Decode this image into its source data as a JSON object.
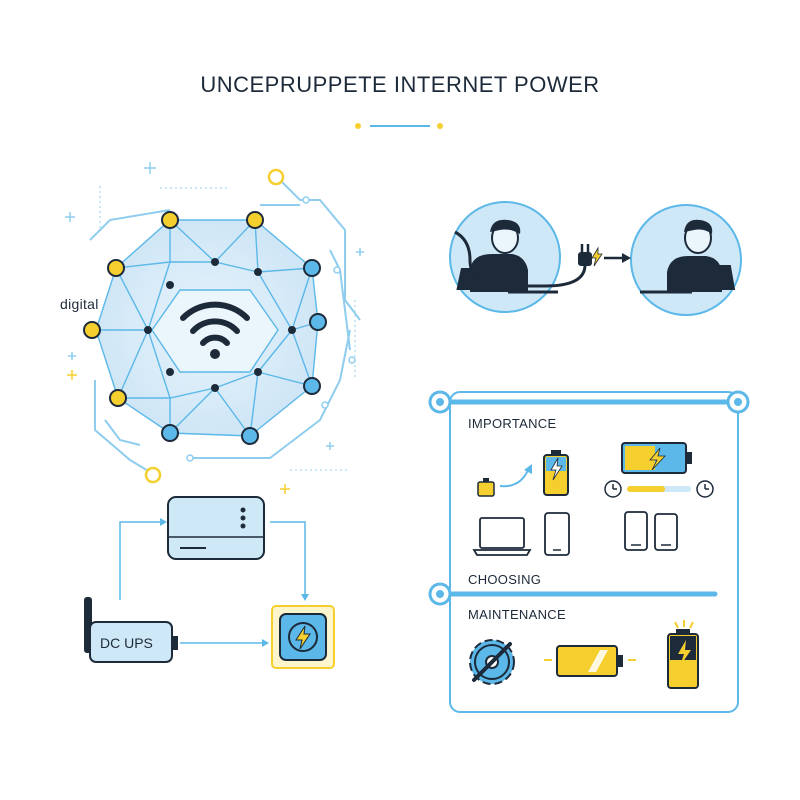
{
  "title": "UNCEPRUPPETE INTERNET POWER",
  "network": {
    "label": "digital"
  },
  "devices": {
    "ups_label": "DC UPS"
  },
  "panel": {
    "importance_label": "IMPORTANCE",
    "choosing_label": "CHOOSING",
    "maintenance_label": "MAINTENANCE"
  },
  "icons": [
    "wifi-icon",
    "router-icon",
    "power-outlet-icon",
    "person-laptop-icon",
    "plug-icon",
    "arrow-right-icon",
    "battery-icon",
    "clock-icon",
    "laptop-icon",
    "phone-icon",
    "gear-icon",
    "battery-charging-icon"
  ],
  "colors": {
    "accent_blue": "#5bb8e8",
    "light_blue": "#cfe8f7",
    "yellow": "#f5cf2e",
    "dark": "#1d2a3a"
  }
}
